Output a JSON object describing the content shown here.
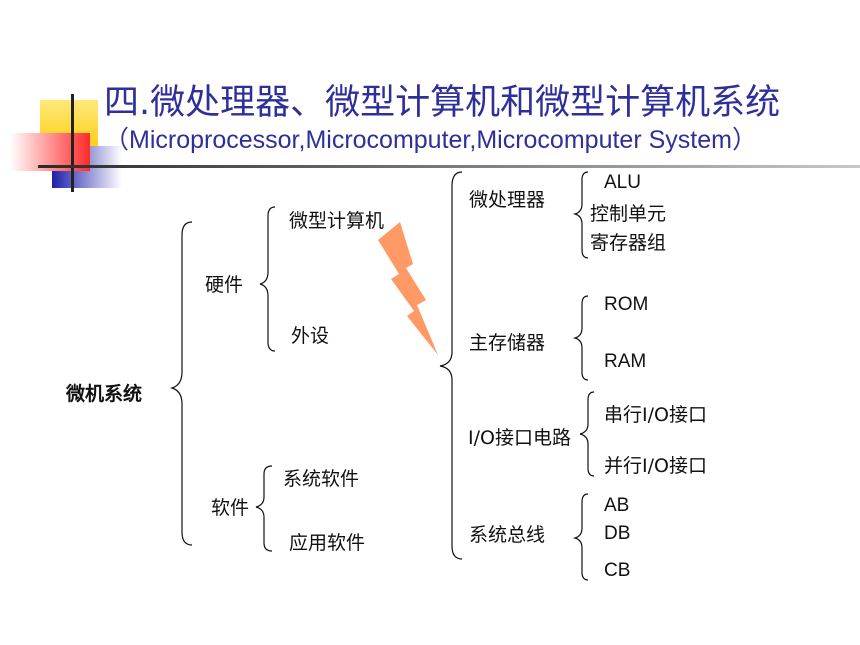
{
  "title": {
    "main": "四.微处理器、微型计算机和微型计算机系统",
    "sub": "（Microprocessor,Microcomputer,Microcomputer System）"
  },
  "tree": {
    "root": "微机系统",
    "hardware": "硬件",
    "microcomputer": "微型计算机",
    "peripheral": "外设",
    "software": "软件",
    "system_software": "系统软件",
    "app_software": "应用软件",
    "microprocessor": "微处理器",
    "alu": "ALU",
    "control_unit": "控制单元",
    "register_group": "寄存器组",
    "main_memory": "主存储器",
    "rom": "ROM",
    "ram": "RAM",
    "io_circuit": "I/O接口电路",
    "serial_io": "串行I/O接口",
    "parallel_io": "并行I/O接口",
    "bus": "系统总线",
    "ab": "AB",
    "db": "DB",
    "cb": "CB"
  },
  "colors": {
    "title": "#2f2f9a",
    "deco_yellow": "#ffd83a",
    "deco_red": "#ff3b3b",
    "deco_blue": "#2b2bb5",
    "bolt": "#ff9a66",
    "line": "#111111"
  }
}
